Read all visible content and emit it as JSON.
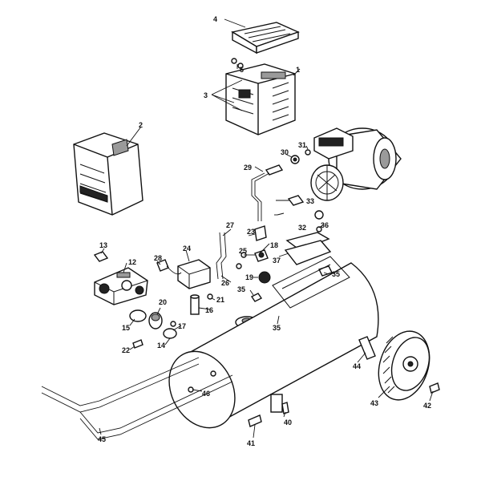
{
  "callouts": {
    "n1": "1",
    "n2": "2",
    "n3": "3",
    "n4": "4",
    "n5": "5",
    "n12": "12",
    "n13": "13",
    "n14": "14",
    "n15": "15",
    "n16": "16",
    "n17": "17",
    "n18": "18",
    "n19": "19",
    "n20": "20",
    "n21": "21",
    "n22": "22",
    "n23": "23",
    "n24": "24",
    "n25": "25",
    "n26": "26",
    "n27": "27",
    "n28": "28",
    "n29": "29",
    "n30": "30",
    "n31": "31",
    "n32": "32",
    "n33": "33",
    "n35": "35",
    "n36": "36",
    "n37": "37",
    "n40": "40",
    "n41": "41",
    "n42": "42",
    "n43": "43",
    "n44": "44",
    "n45": "45",
    "n46": "46"
  }
}
